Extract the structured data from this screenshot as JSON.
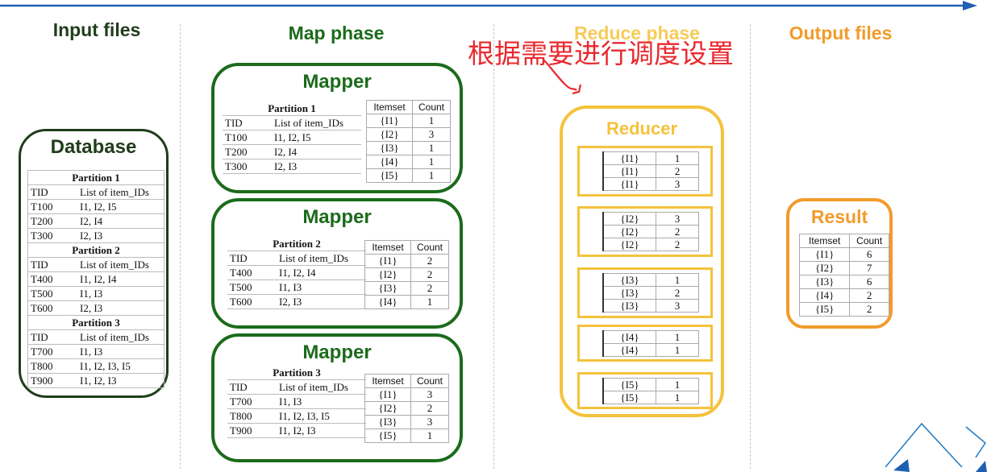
{
  "phases": {
    "input": "Input files",
    "map": "Map phase",
    "reduce": "Reduce phase",
    "output": "Output files"
  },
  "annotation": "根据需要进行调度设置",
  "colors": {
    "green": "#1b6b1b",
    "dark_green": "#1f3d1a",
    "yellow": "#f5c23b",
    "orange": "#f29b2a",
    "red": "#e8292e",
    "blue": "#1f5fb3"
  },
  "database": {
    "title": "Database",
    "partitions": [
      {
        "label": "Partition 1",
        "headers": [
          "TID",
          "List of item_IDs"
        ],
        "rows": [
          [
            "T100",
            "I1, I2, I5"
          ],
          [
            "T200",
            "I2, I4"
          ],
          [
            "T300",
            "I2, I3"
          ]
        ]
      },
      {
        "label": "Partition 2",
        "headers": [
          "TID",
          "List of item_IDs"
        ],
        "rows": [
          [
            "T400",
            "I1, I2, I4"
          ],
          [
            "T500",
            "I1, I3"
          ],
          [
            "T600",
            "I2, I3"
          ]
        ]
      },
      {
        "label": "Partition 3",
        "headers": [
          "TID",
          "List of item_IDs"
        ],
        "rows": [
          [
            "T700",
            "I1, I3"
          ],
          [
            "T800",
            "I1, I2, I3, I5"
          ],
          [
            "T900",
            "I1, I2, I3"
          ]
        ]
      }
    ]
  },
  "mappers": [
    {
      "title": "Mapper",
      "partition": "Partition 1",
      "headers": [
        "TID",
        "List of item_IDs"
      ],
      "rows": [
        [
          "T100",
          "I1, I2, I5"
        ],
        [
          "T200",
          "I2, I4"
        ],
        [
          "T300",
          "I2, I3"
        ]
      ],
      "count_headers": [
        "Itemset",
        "Count"
      ],
      "counts": [
        [
          "{I1}",
          "1"
        ],
        [
          "{I2}",
          "3"
        ],
        [
          "{I3}",
          "1"
        ],
        [
          "{I4}",
          "1"
        ],
        [
          "{I5}",
          "1"
        ]
      ]
    },
    {
      "title": "Mapper",
      "partition": "Partition 2",
      "headers": [
        "TID",
        "List of item_IDs"
      ],
      "rows": [
        [
          "T400",
          "I1, I2, I4"
        ],
        [
          "T500",
          "I1, I3"
        ],
        [
          "T600",
          "I2, I3"
        ]
      ],
      "count_headers": [
        "Itemset",
        "Count"
      ],
      "counts": [
        [
          "{I1}",
          "2"
        ],
        [
          "{I2}",
          "2"
        ],
        [
          "{I3}",
          "2"
        ],
        [
          "{I4}",
          "1"
        ]
      ]
    },
    {
      "title": "Mapper",
      "partition": "Partition 3",
      "headers": [
        "TID",
        "List of item_IDs"
      ],
      "rows": [
        [
          "T700",
          "I1, I3"
        ],
        [
          "T800",
          "I1, I2, I3, I5"
        ],
        [
          "T900",
          "I1, I2, I3"
        ]
      ],
      "count_headers": [
        "Itemset",
        "Count"
      ],
      "counts": [
        [
          "{I1}",
          "3"
        ],
        [
          "{I2}",
          "2"
        ],
        [
          "{I3}",
          "3"
        ],
        [
          "{I5}",
          "1"
        ]
      ]
    }
  ],
  "reducer": {
    "title": "Reducer",
    "groups": [
      [
        [
          "{I1}",
          "1"
        ],
        [
          "{I1}",
          "2"
        ],
        [
          "{I1}",
          "3"
        ]
      ],
      [
        [
          "{I2}",
          "3"
        ],
        [
          "{I2}",
          "2"
        ],
        [
          "{I2}",
          "2"
        ]
      ],
      [
        [
          "{I3}",
          "1"
        ],
        [
          "{I3}",
          "2"
        ],
        [
          "{I3}",
          "3"
        ]
      ],
      [
        [
          "{I4}",
          "1"
        ],
        [
          "{I4}",
          "1"
        ]
      ],
      [
        [
          "{I5}",
          "1"
        ],
        [
          "{I5}",
          "1"
        ]
      ]
    ]
  },
  "result": {
    "title": "Result",
    "headers": [
      "Itemset",
      "Count"
    ],
    "rows": [
      [
        "{I1}",
        "6"
      ],
      [
        "{I2}",
        "7"
      ],
      [
        "{I3}",
        "6"
      ],
      [
        "{I4}",
        "2"
      ],
      [
        "{I5}",
        "2"
      ]
    ]
  }
}
